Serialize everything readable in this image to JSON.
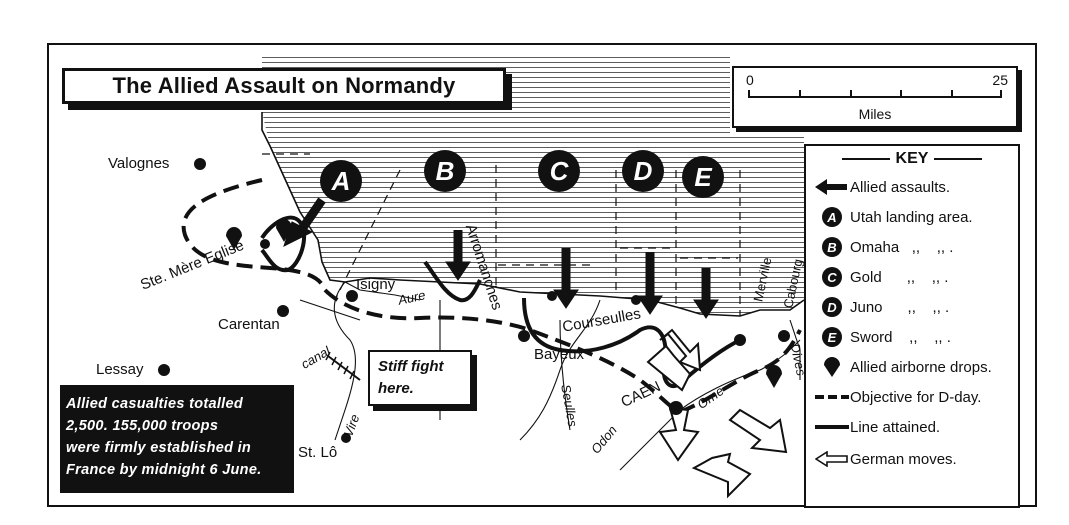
{
  "title": "The Allied Assault on Normandy",
  "scale": {
    "start": "0",
    "end": "25",
    "unit": "Miles"
  },
  "key": {
    "title": "KEY",
    "items": [
      {
        "symbol": "arrow-black",
        "label": "Allied assaults."
      },
      {
        "symbol": "A",
        "label": "Utah landing area."
      },
      {
        "symbol": "B",
        "label": "Omaha   ,,    ,, ."
      },
      {
        "symbol": "C",
        "label": "Gold      ,,    ,, ."
      },
      {
        "symbol": "D",
        "label": "Juno      ,,    ,, ."
      },
      {
        "symbol": "E",
        "label": "Sword    ,,    ,, ."
      },
      {
        "symbol": "parachute",
        "label": "Allied airborne drops."
      },
      {
        "symbol": "dashed-line",
        "label": "Objective for D-day."
      },
      {
        "symbol": "solid-line",
        "label": "Line attained."
      },
      {
        "symbol": "arrow-hollow",
        "label": "German moves."
      }
    ]
  },
  "assault_letters": [
    "A",
    "B",
    "C",
    "D",
    "E"
  ],
  "places": {
    "valognes": "Valognes",
    "ste_mere": "Ste. Mère Eglise",
    "carentan": "Carentan",
    "lessay": "Lessay",
    "isigny": "Isigny",
    "aure": "Aure",
    "canal": "canal",
    "vire": "Vire",
    "st_lo": "St. Lô",
    "arromanches": "Arromanches",
    "courseulles": "Courseulles",
    "bayeux": "Bayeux",
    "seulles": "Seulles",
    "caen": "CAEN",
    "odon": "Odon",
    "orne": "Orne",
    "merville": "Merville",
    "cabourg": "Cabourg",
    "dives": "Dives"
  },
  "stiff_fight": [
    "Stiff fight",
    "here."
  ],
  "casualties": [
    "Allied casualties totalled",
    "2,500. 155,000 troops",
    "were firmly established in",
    "France by midnight 6 June."
  ]
}
